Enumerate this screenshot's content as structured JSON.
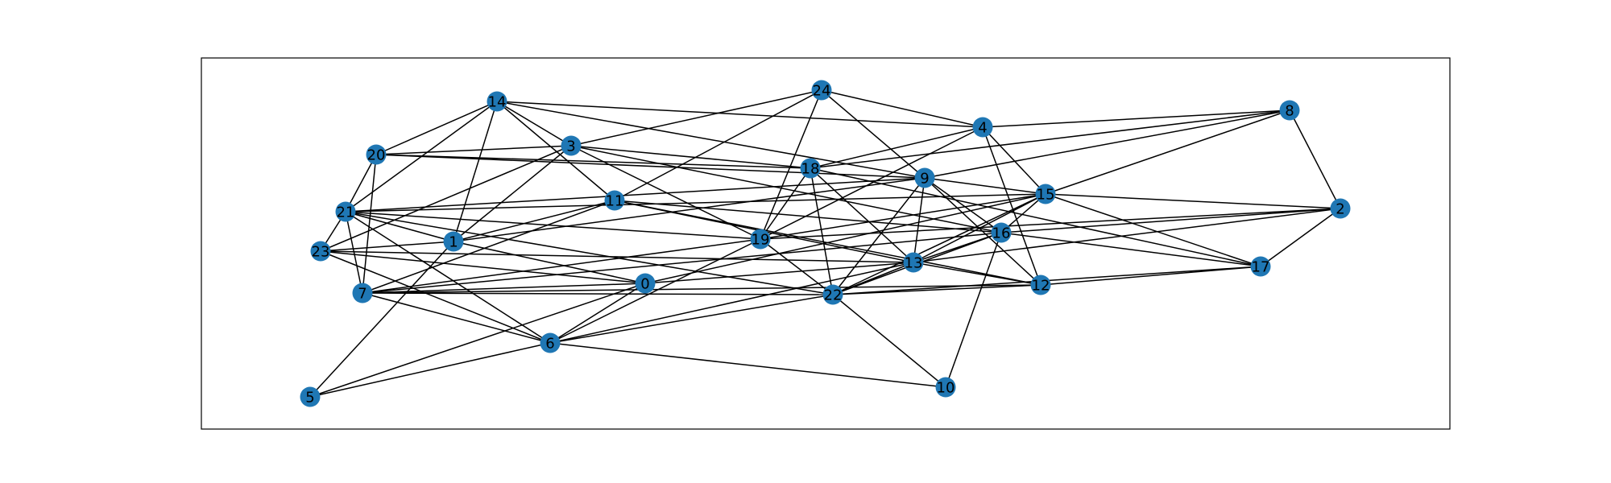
{
  "graph": {
    "node_color": "#1f77b4",
    "edge_color": "#000000",
    "label_color": "#000000",
    "nodes": [
      {
        "id": "0",
        "label": "0"
      },
      {
        "id": "1",
        "label": "1"
      },
      {
        "id": "2",
        "label": "2"
      },
      {
        "id": "3",
        "label": "3"
      },
      {
        "id": "4",
        "label": "4"
      },
      {
        "id": "5",
        "label": "5"
      },
      {
        "id": "6",
        "label": "6"
      },
      {
        "id": "7",
        "label": "7"
      },
      {
        "id": "8",
        "label": "8"
      },
      {
        "id": "9",
        "label": "9"
      },
      {
        "id": "10",
        "label": "10"
      },
      {
        "id": "11",
        "label": "11"
      },
      {
        "id": "12",
        "label": "12"
      },
      {
        "id": "13",
        "label": "13"
      },
      {
        "id": "14",
        "label": "14"
      },
      {
        "id": "15",
        "label": "15"
      },
      {
        "id": "16",
        "label": "16"
      },
      {
        "id": "17",
        "label": "17"
      },
      {
        "id": "18",
        "label": "18"
      },
      {
        "id": "19",
        "label": "19"
      },
      {
        "id": "20",
        "label": "20"
      },
      {
        "id": "21",
        "label": "21"
      },
      {
        "id": "22",
        "label": "22"
      },
      {
        "id": "23",
        "label": "23"
      },
      {
        "id": "24",
        "label": "24"
      }
    ],
    "edges": [
      [
        "14",
        "20"
      ],
      [
        "14",
        "21"
      ],
      [
        "14",
        "1"
      ],
      [
        "14",
        "11"
      ],
      [
        "14",
        "3"
      ],
      [
        "14",
        "4"
      ],
      [
        "14",
        "9"
      ],
      [
        "24",
        "3"
      ],
      [
        "24",
        "11"
      ],
      [
        "24",
        "19"
      ],
      [
        "24",
        "4"
      ],
      [
        "24",
        "9"
      ],
      [
        "4",
        "18"
      ],
      [
        "4",
        "19"
      ],
      [
        "4",
        "15"
      ],
      [
        "4",
        "12"
      ],
      [
        "4",
        "8"
      ],
      [
        "8",
        "18"
      ],
      [
        "8",
        "9"
      ],
      [
        "8",
        "15"
      ],
      [
        "8",
        "2"
      ],
      [
        "3",
        "20"
      ],
      [
        "3",
        "23"
      ],
      [
        "3",
        "1"
      ],
      [
        "3",
        "18"
      ],
      [
        "3",
        "19"
      ],
      [
        "3",
        "16"
      ],
      [
        "20",
        "18"
      ],
      [
        "20",
        "9"
      ],
      [
        "20",
        "21"
      ],
      [
        "20",
        "7"
      ],
      [
        "18",
        "19"
      ],
      [
        "18",
        "13"
      ],
      [
        "18",
        "22"
      ],
      [
        "18",
        "17"
      ],
      [
        "9",
        "21"
      ],
      [
        "9",
        "1"
      ],
      [
        "9",
        "16"
      ],
      [
        "9",
        "12"
      ],
      [
        "9",
        "22"
      ],
      [
        "9",
        "13"
      ],
      [
        "9",
        "15"
      ],
      [
        "15",
        "19"
      ],
      [
        "15",
        "13"
      ],
      [
        "15",
        "22"
      ],
      [
        "15",
        "17"
      ],
      [
        "15",
        "2"
      ],
      [
        "15",
        "0"
      ],
      [
        "15",
        "21"
      ],
      [
        "15",
        "16"
      ],
      [
        "2",
        "17"
      ],
      [
        "2",
        "16"
      ],
      [
        "2",
        "13"
      ],
      [
        "2",
        "19"
      ],
      [
        "11",
        "1"
      ],
      [
        "11",
        "7"
      ],
      [
        "11",
        "16"
      ],
      [
        "11",
        "13"
      ],
      [
        "11",
        "12"
      ],
      [
        "21",
        "1"
      ],
      [
        "21",
        "23"
      ],
      [
        "21",
        "7"
      ],
      [
        "21",
        "6"
      ],
      [
        "21",
        "22"
      ],
      [
        "21",
        "19"
      ],
      [
        "23",
        "1"
      ],
      [
        "23",
        "0"
      ],
      [
        "23",
        "13"
      ],
      [
        "23",
        "6"
      ],
      [
        "1",
        "0"
      ],
      [
        "1",
        "5"
      ],
      [
        "19",
        "7"
      ],
      [
        "19",
        "6"
      ],
      [
        "19",
        "22"
      ],
      [
        "16",
        "13"
      ],
      [
        "16",
        "22"
      ],
      [
        "16",
        "17"
      ],
      [
        "16",
        "10"
      ],
      [
        "16",
        "7"
      ],
      [
        "13",
        "12"
      ],
      [
        "13",
        "6"
      ],
      [
        "13",
        "22"
      ],
      [
        "13",
        "0"
      ],
      [
        "17",
        "22"
      ],
      [
        "17",
        "12"
      ],
      [
        "0",
        "7"
      ],
      [
        "0",
        "5"
      ],
      [
        "0",
        "6"
      ],
      [
        "12",
        "7"
      ],
      [
        "12",
        "22"
      ],
      [
        "7",
        "6"
      ],
      [
        "7",
        "22"
      ],
      [
        "22",
        "6"
      ],
      [
        "22",
        "10"
      ],
      [
        "6",
        "5"
      ],
      [
        "6",
        "10"
      ]
    ]
  }
}
